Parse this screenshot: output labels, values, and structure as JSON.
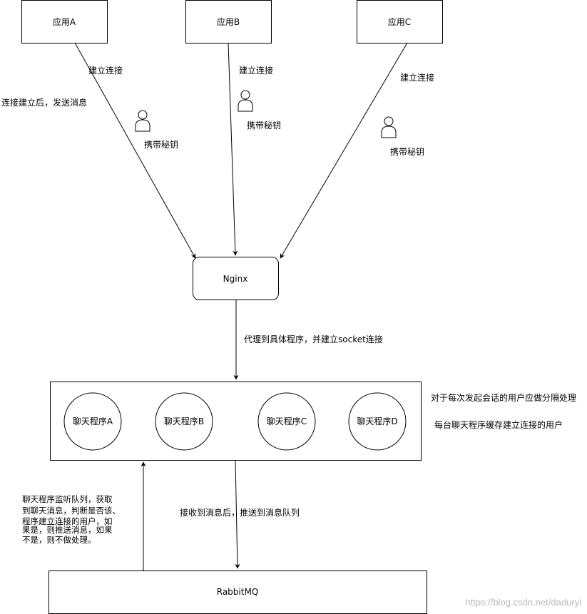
{
  "nodes": {
    "app_a": "应用A",
    "app_b": "应用B",
    "app_c": "应用C",
    "nginx": "Nginx",
    "chat_a": "聊天程序A",
    "chat_b": "聊天程序B",
    "chat_c": "聊天程序C",
    "chat_d": "聊天程序D",
    "rabbitmq": "RabbitMQ"
  },
  "edge_labels": {
    "connect_a": "建立连接",
    "connect_b": "建立连接",
    "connect_c": "建立连接",
    "after_connect": "连接建立后，发送消息",
    "key_a": "携带秘钥",
    "key_b": "携带秘钥",
    "key_c": "携带秘钥",
    "proxy": "代理到具体程序，并建立socket连接",
    "push_mq": "接收到消息后，推送到消息队列"
  },
  "notes": {
    "isolate": "对于每次发起会话的用户应做分隔处理",
    "cache": "每台聊天程序缓存建立连接的用户",
    "listen": [
      "聊天程序监听队列，获取",
      "到聊天消息，判断是否该、",
      "程序建立连接的用户，如",
      "果是，则推送消息，如果",
      "不是，则不做处理。"
    ]
  },
  "icons": [
    "user-icon",
    "user-icon",
    "user-icon"
  ],
  "watermark": "https://blog.csdn.net/daduryi"
}
